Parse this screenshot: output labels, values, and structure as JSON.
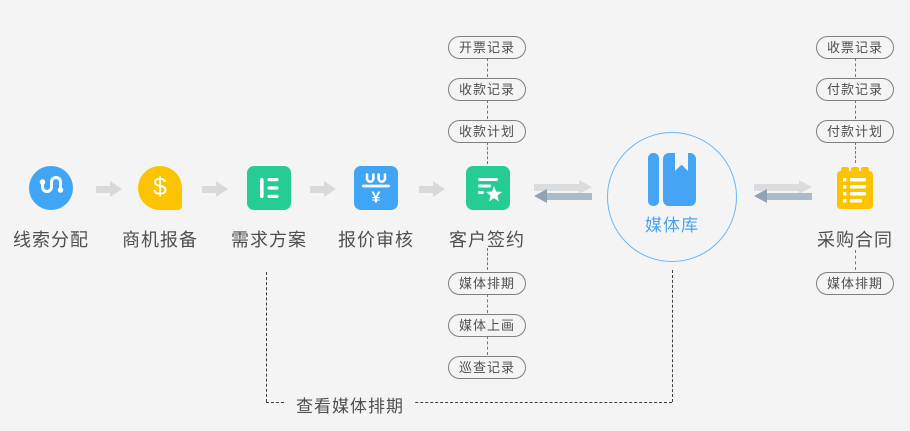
{
  "colors": {
    "background": "#f4f4f5",
    "blue": "#3fa5f4",
    "green": "#25cd94",
    "gold": "#fcc400",
    "arrow_gray": "#d9d9d9",
    "arrow_steel": "#adbac8",
    "circle_border": "#6db6f1",
    "media_text": "#4aa3ef",
    "label_text": "#4f4f4f"
  },
  "steps": [
    {
      "label": "线索分配",
      "icon": "route-icon"
    },
    {
      "label": "商机报备",
      "icon": "dollar-icon"
    },
    {
      "label": "需求方案",
      "icon": "list-icon"
    },
    {
      "label": "报价审核",
      "icon": "calendar-yen-icon"
    },
    {
      "label": "客户签约",
      "icon": "contract-star-icon"
    }
  ],
  "media_library": {
    "label": "媒体库",
    "icon": "book-icon"
  },
  "purchase_step": {
    "label": "采购合同",
    "icon": "clipboard-list-icon"
  },
  "sign_top_pills": [
    "开票记录",
    "收款记录",
    "收款计划"
  ],
  "sign_bottom_pills": [
    "媒体排期",
    "媒体上画",
    "巡查记录"
  ],
  "purchase_top_pills": [
    "收票记录",
    "付款记录",
    "付款计划"
  ],
  "purchase_bottom_pills": [
    "媒体排期"
  ],
  "dashed_link": {
    "label": "查看媒体排期"
  },
  "icons": {
    "dollar_glyph": "$",
    "yen_glyph": "¥"
  }
}
